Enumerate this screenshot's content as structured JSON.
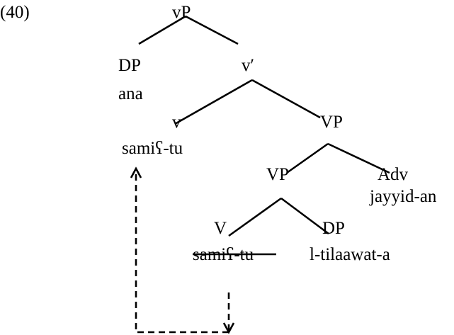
{
  "example_number": "(40)",
  "nodes": {
    "root": "vP",
    "spec_label": "DP",
    "spec_word": "ana",
    "vbar": "v′",
    "v_head": "v",
    "v_word": "samiʕ-tu",
    "vp_upper": "VP",
    "vp_lower": "VP",
    "adv_label": "Adv",
    "adv_word": "jayyid-an",
    "V_head": "V",
    "V_trace": "samiʕ-tu",
    "obj_label": "DP",
    "obj_word": "l-tilaawat-a"
  }
}
